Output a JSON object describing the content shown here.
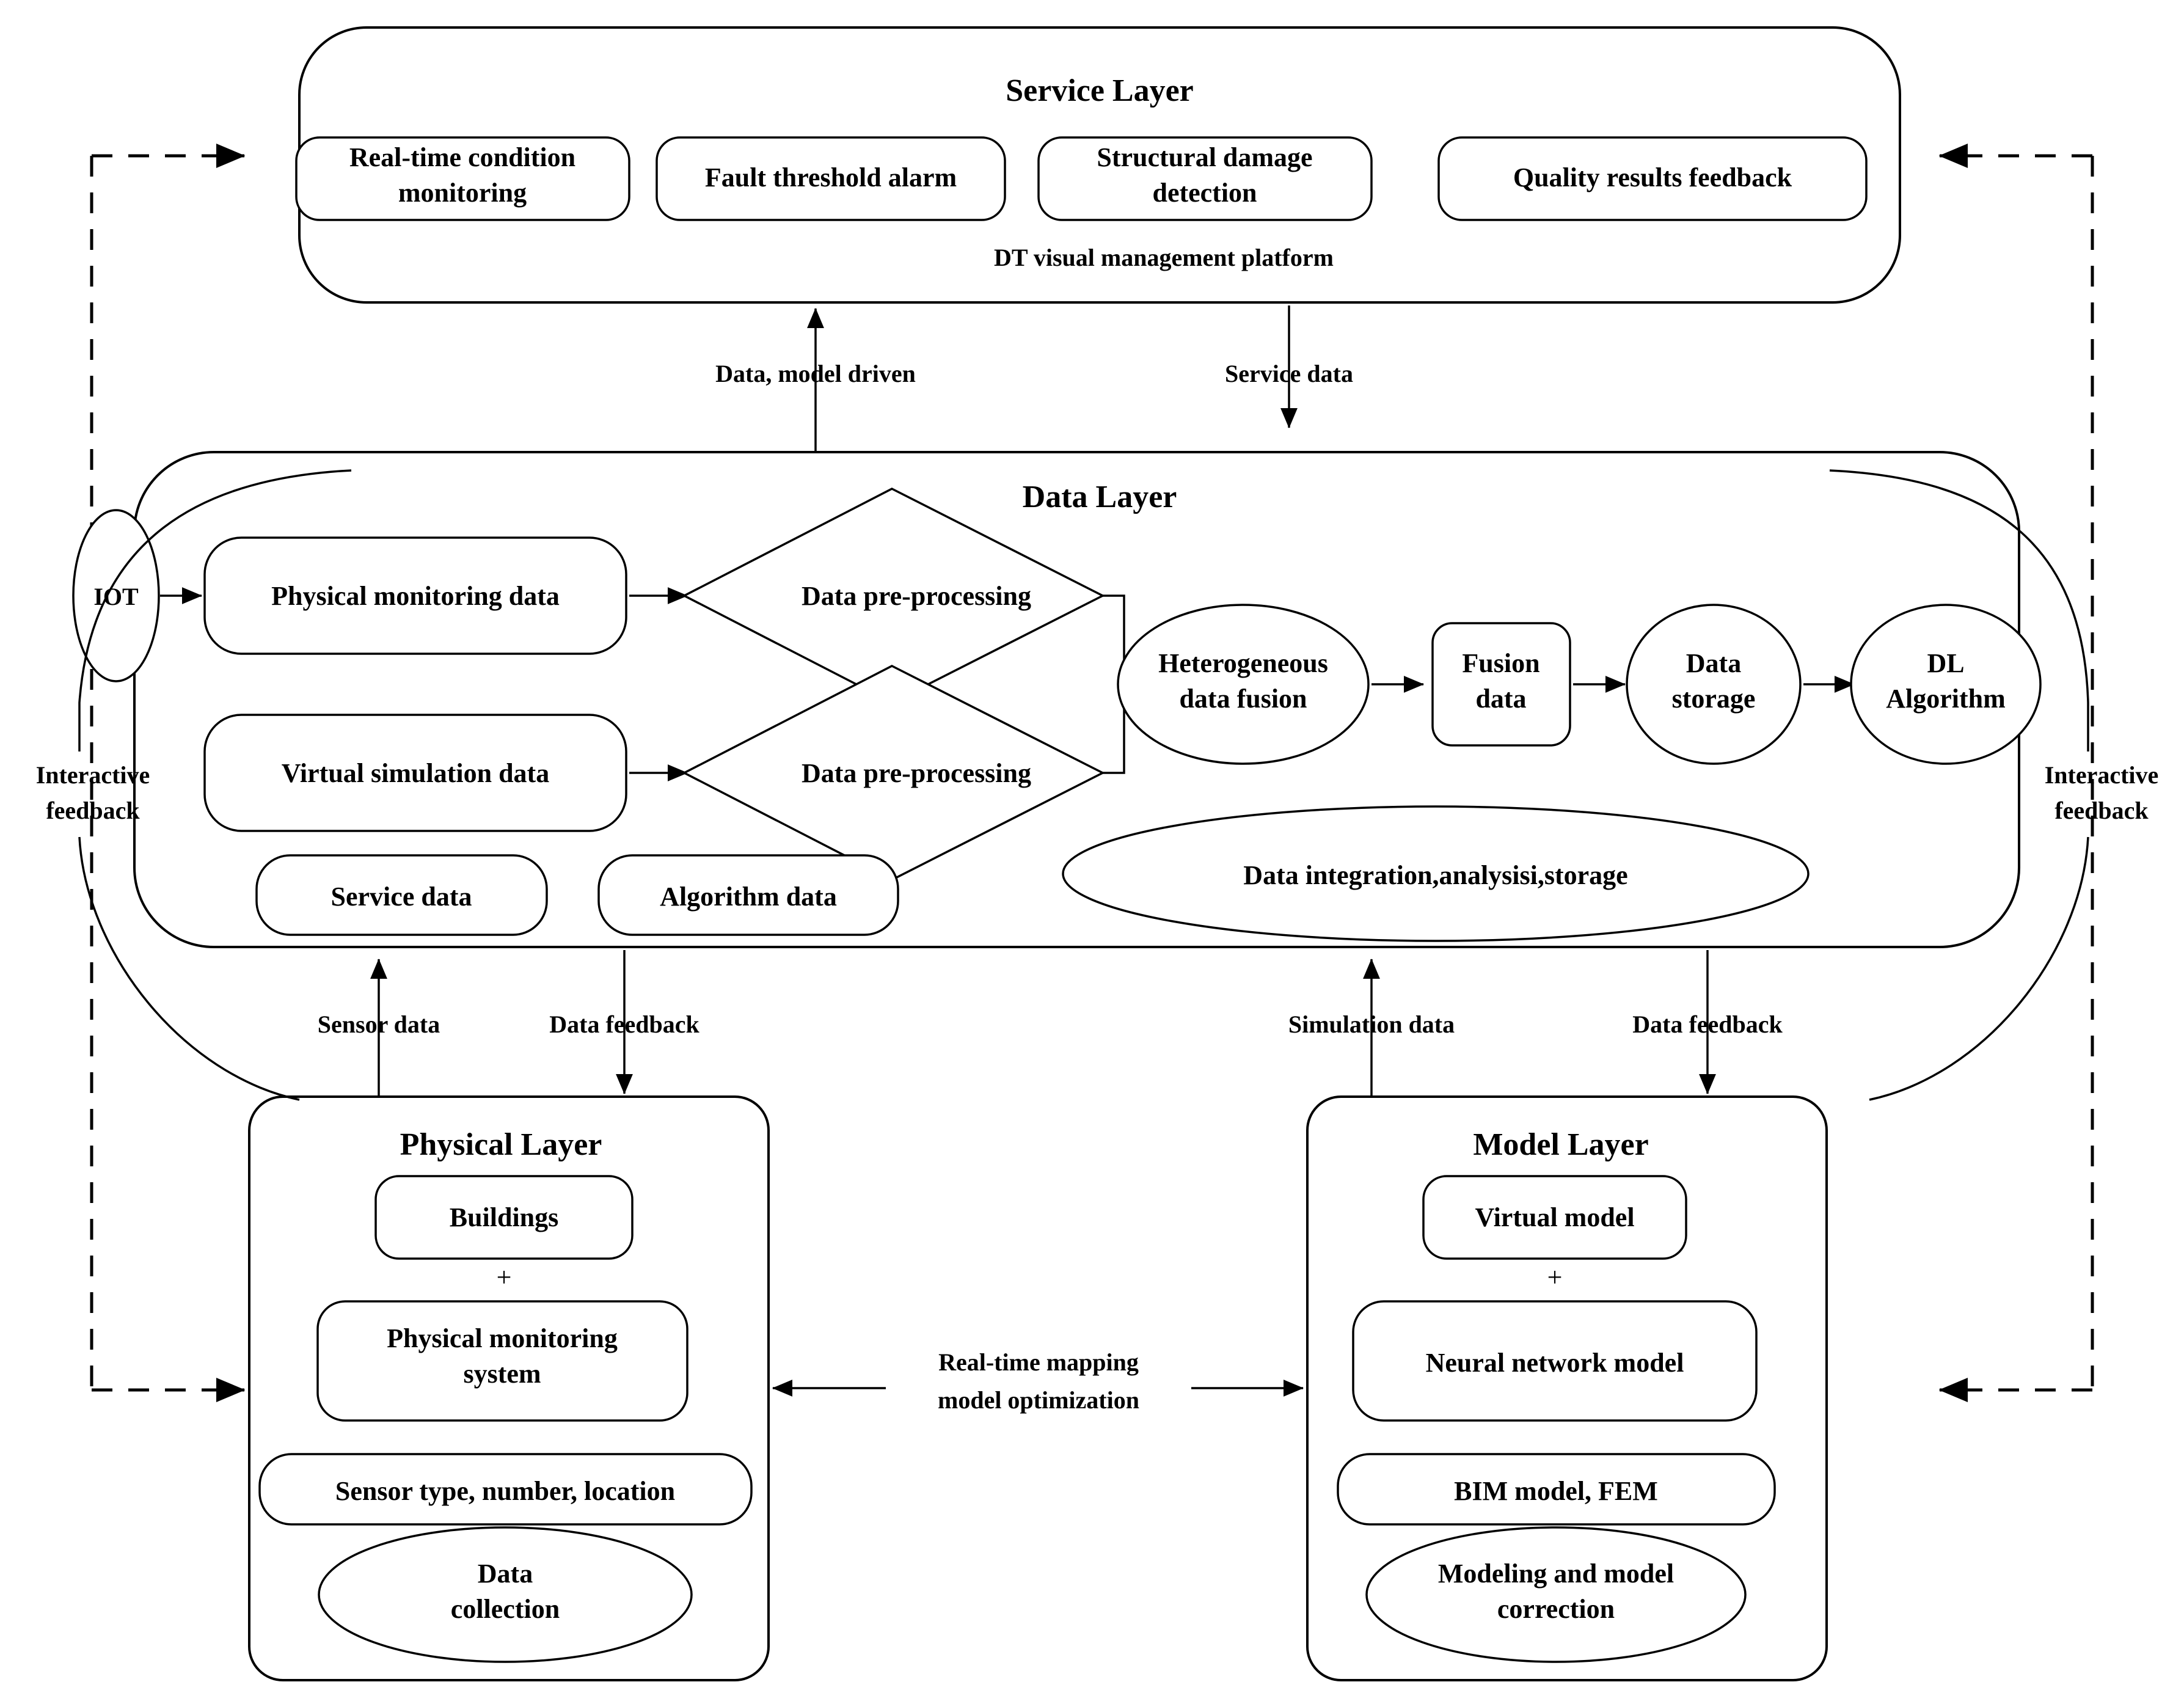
{
  "diagram": {
    "title": "Digital Twin framework layered architecture",
    "stroke_color": "#000000",
    "background_color": "#ffffff"
  },
  "service_layer": {
    "title": "Service Layer",
    "caption": "DT visual management platform",
    "items": [
      {
        "label_line1": "Real-time condition",
        "label_line2": "monitoring"
      },
      {
        "label_line1": "Fault threshold alarm",
        "label_line2": ""
      },
      {
        "label_line1": "Structural damage",
        "label_line2": "detection"
      },
      {
        "label_line1": "Quality results feedback",
        "label_line2": ""
      }
    ]
  },
  "data_layer": {
    "title": "Data Layer",
    "iot_label": "IOT",
    "inputs": [
      {
        "label": "Physical monitoring data"
      },
      {
        "label": "Virtual simulation data"
      }
    ],
    "preprocess": [
      {
        "label": "Data pre-processing"
      },
      {
        "label": "Data pre-processing"
      }
    ],
    "pipeline": [
      {
        "label_line1": "Heterogeneous",
        "label_line2": "data fusion",
        "shape": "ellipse"
      },
      {
        "label_line1": "Fusion",
        "label_line2": "data",
        "shape": "rounded-rect"
      },
      {
        "label_line1": "Data",
        "label_line2": "storage",
        "shape": "ellipse"
      },
      {
        "label_line1": "DL",
        "label_line2": "Algorithm",
        "shape": "ellipse"
      }
    ],
    "outputs": [
      {
        "label": "Service data"
      },
      {
        "label": "Algorithm data"
      }
    ],
    "summary_ellipse": "Data integration,analysisi,storage"
  },
  "physical_layer": {
    "title": "Physical Layer",
    "box1": "Buildings",
    "plus": "+",
    "box2_line1": "Physical monitoring",
    "box2_line2": "system",
    "box3": "Sensor type, number, location",
    "ellipse_line1": "Data",
    "ellipse_line2": "collection"
  },
  "model_layer": {
    "title": "Model Layer",
    "box1": "Virtual model",
    "plus": "+",
    "box2": "Neural network model",
    "box3": "BIM model, FEM",
    "ellipse_line1": "Modeling and model",
    "ellipse_line2": "correction"
  },
  "edges": {
    "data_model_driven": "Data, model driven",
    "service_data": "Service data",
    "sensor_data": "Sensor data",
    "data_feedback_left": "Data feedback",
    "simulation_data": "Simulation data",
    "data_feedback_right": "Data feedback",
    "realtime_mapping_line1": "Real-time mapping",
    "realtime_mapping_line2": "model optimization",
    "interactive_feedback_left_line1": "Interactive",
    "interactive_feedback_left_line2": "feedback",
    "interactive_feedback_right_line1": "Interactive",
    "interactive_feedback_right_line2": "feedback"
  }
}
